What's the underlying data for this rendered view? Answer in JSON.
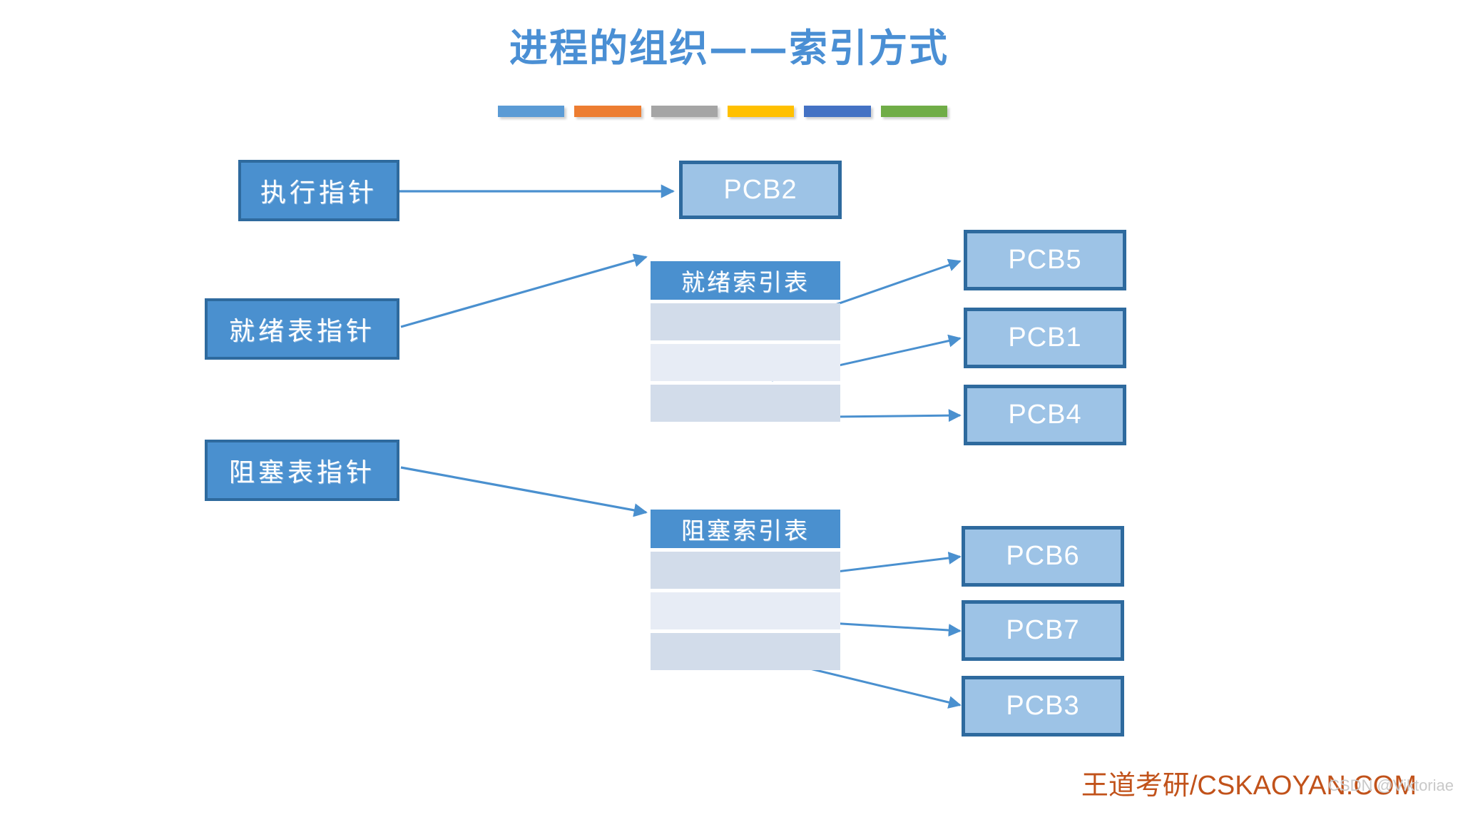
{
  "slide": {
    "title": "进程的组织——索引方式",
    "background_color": "#FFFFFF",
    "title_color": "#4A8FD4"
  },
  "title_underline": {
    "segments": [
      {
        "name": "segment-blue",
        "color": "#5B9BD5"
      },
      {
        "name": "segment-orange",
        "color": "#ED7D31"
      },
      {
        "name": "segment-gray",
        "color": "#A5A5A5"
      },
      {
        "name": "segment-yellow",
        "color": "#FFC000"
      },
      {
        "name": "segment-navy",
        "color": "#4472C4"
      },
      {
        "name": "segment-green",
        "color": "#70AD47"
      }
    ]
  },
  "pointers": [
    {
      "id": "exec-pointer",
      "label": "执行指针"
    },
    {
      "id": "ready-pointer",
      "label": "就绪表指针"
    },
    {
      "id": "blocked-pointer",
      "label": "阻塞表指针"
    }
  ],
  "tables": [
    {
      "id": "ready-index-table",
      "header": "就绪索引表",
      "rows": [
        "",
        "",
        ""
      ]
    },
    {
      "id": "blocked-index-table",
      "header": "阻塞索引表",
      "rows": [
        "",
        "",
        ""
      ]
    }
  ],
  "pcbs": {
    "running": {
      "label": "PCB2"
    },
    "ready": [
      {
        "label": "PCB5"
      },
      {
        "label": "PCB1"
      },
      {
        "label": "PCB4"
      }
    ],
    "blocked": [
      {
        "label": "PCB6"
      },
      {
        "label": "PCB7"
      },
      {
        "label": "PCB3"
      }
    ]
  },
  "colors": {
    "pointer_fill": "#4A90CF",
    "pointer_border": "#2E6A9E",
    "pcb_fill": "#9DC3E6",
    "pcb_border": "#2E6A9E",
    "table_header": "#4A90CF",
    "table_row_a": "#D2DCEA",
    "table_row_b": "#E7ECF5",
    "arrow": "#4A90CF",
    "footer": "#C1521A"
  },
  "footer": {
    "brand": "王道考研/CSKAOYAN.COM",
    "watermark": "CSDN @Viktoriae"
  }
}
